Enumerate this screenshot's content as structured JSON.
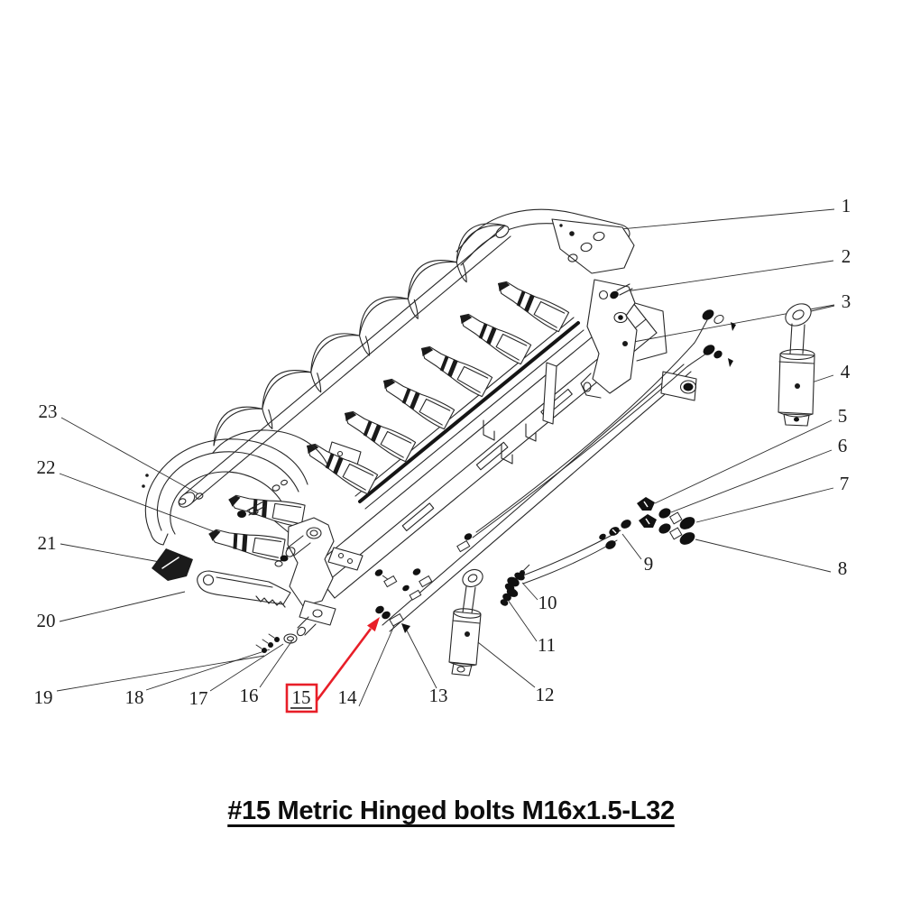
{
  "diagram": {
    "type": "exploded-parts-diagram",
    "subject": "Rake grapple attachment with hydraulic cylinders and hose fittings",
    "background_color": "#ffffff",
    "line_color": "#272727",
    "callouts": [
      {
        "label": "1"
      },
      {
        "label": "2"
      },
      {
        "label": "3"
      },
      {
        "label": "4"
      },
      {
        "label": "5"
      },
      {
        "label": "6"
      },
      {
        "label": "7"
      },
      {
        "label": "8"
      },
      {
        "label": "9"
      },
      {
        "label": "10"
      },
      {
        "label": "11"
      },
      {
        "label": "12"
      },
      {
        "label": "13"
      },
      {
        "label": "14"
      },
      {
        "label": "15"
      },
      {
        "label": "16"
      },
      {
        "label": "17"
      },
      {
        "label": "18"
      },
      {
        "label": "19"
      },
      {
        "label": "20"
      },
      {
        "label": "21"
      },
      {
        "label": "22"
      },
      {
        "label": "23"
      }
    ],
    "highlight": {
      "part_number": "15",
      "marker": "red box around callout 15 with red arrow pointing to hinged bolt",
      "color": "#e81e28"
    }
  },
  "caption": {
    "text": "#15 Metric Hinged bolts M16x1.5-L32"
  }
}
